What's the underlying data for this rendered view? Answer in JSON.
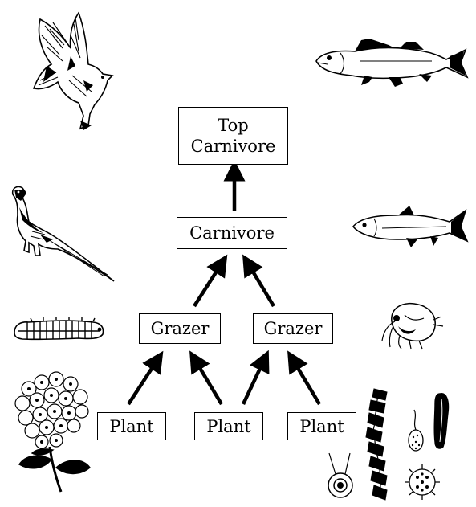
{
  "diagram": {
    "nodes": {
      "top_carnivore": [
        "Top",
        "Carnivore"
      ],
      "carnivore": "Carnivore",
      "grazer_left": "Grazer",
      "grazer_right": "Grazer",
      "plant_left": "Plant",
      "plant_center": "Plant",
      "plant_right": "Plant"
    },
    "edges": [
      [
        "plant_left",
        "grazer_left"
      ],
      [
        "plant_center",
        "grazer_left"
      ],
      [
        "plant_center",
        "grazer_right"
      ],
      [
        "plant_right",
        "grazer_right"
      ],
      [
        "grazer_left",
        "carnivore"
      ],
      [
        "grazer_right",
        "carnivore"
      ],
      [
        "carnivore",
        "top_carnivore"
      ]
    ]
  },
  "illustrations": {
    "left_column": [
      "hawk-icon",
      "pheasant-icon",
      "caterpillar-icon",
      "flowering-plant-icon"
    ],
    "right_column": [
      "walleye-fish-icon",
      "small-fish-icon",
      "zooplankton-icon",
      "phytoplankton-icon"
    ]
  }
}
